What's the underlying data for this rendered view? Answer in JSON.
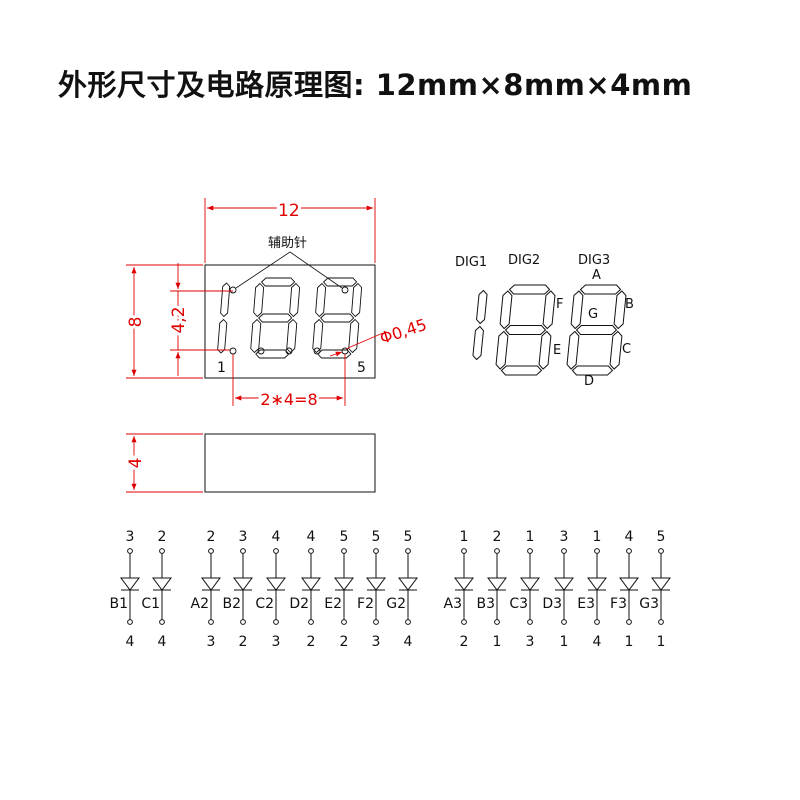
{
  "title": "外形尺寸及电路原理图: 12mm×8mm×4mm",
  "dimensions": {
    "width": "12",
    "height": "8",
    "segment_height": "4,2",
    "pin_spacing": "2∗4=8",
    "pin_diameter": "Φ0,45",
    "thickness": "4"
  },
  "aux_pin_label": "辅助针",
  "pin_markers": {
    "first": "1",
    "last": "5"
  },
  "digit_labels": [
    "DIG1",
    "DIG2",
    "DIG3"
  ],
  "segment_letters": {
    "a": "A",
    "b": "B",
    "c": "C",
    "d": "D",
    "e": "E",
    "f": "F",
    "g": "G"
  },
  "circuit": {
    "groups": [
      {
        "name": "digit1",
        "segments": [
          {
            "label": "B1",
            "anode": "3",
            "cathode": "4"
          },
          {
            "label": "C1",
            "anode": "2",
            "cathode": "4"
          }
        ]
      },
      {
        "name": "digit2",
        "segments": [
          {
            "label": "A2",
            "anode": "2",
            "cathode": "3"
          },
          {
            "label": "B2",
            "anode": "3",
            "cathode": "2"
          },
          {
            "label": "C2",
            "anode": "4",
            "cathode": "3"
          },
          {
            "label": "D2",
            "anode": "4",
            "cathode": "2"
          },
          {
            "label": "E2",
            "anode": "5",
            "cathode": "2"
          },
          {
            "label": "F2",
            "anode": "5",
            "cathode": "3"
          },
          {
            "label": "G2",
            "anode": "5",
            "cathode": "4"
          }
        ]
      },
      {
        "name": "digit3",
        "segments": [
          {
            "label": "A3",
            "anode": "1",
            "cathode": "2"
          },
          {
            "label": "B3",
            "anode": "2",
            "cathode": "1"
          },
          {
            "label": "C3",
            "anode": "1",
            "cathode": "3"
          },
          {
            "label": "D3",
            "anode": "3",
            "cathode": "1"
          },
          {
            "label": "E3",
            "anode": "1",
            "cathode": "4"
          },
          {
            "label": "F3",
            "anode": "4",
            "cathode": "1"
          },
          {
            "label": "G3",
            "anode": "5",
            "cathode": "1"
          }
        ]
      }
    ]
  },
  "colors": {
    "dimension": "#e00000",
    "line": "#111111",
    "background": "#ffffff"
  }
}
